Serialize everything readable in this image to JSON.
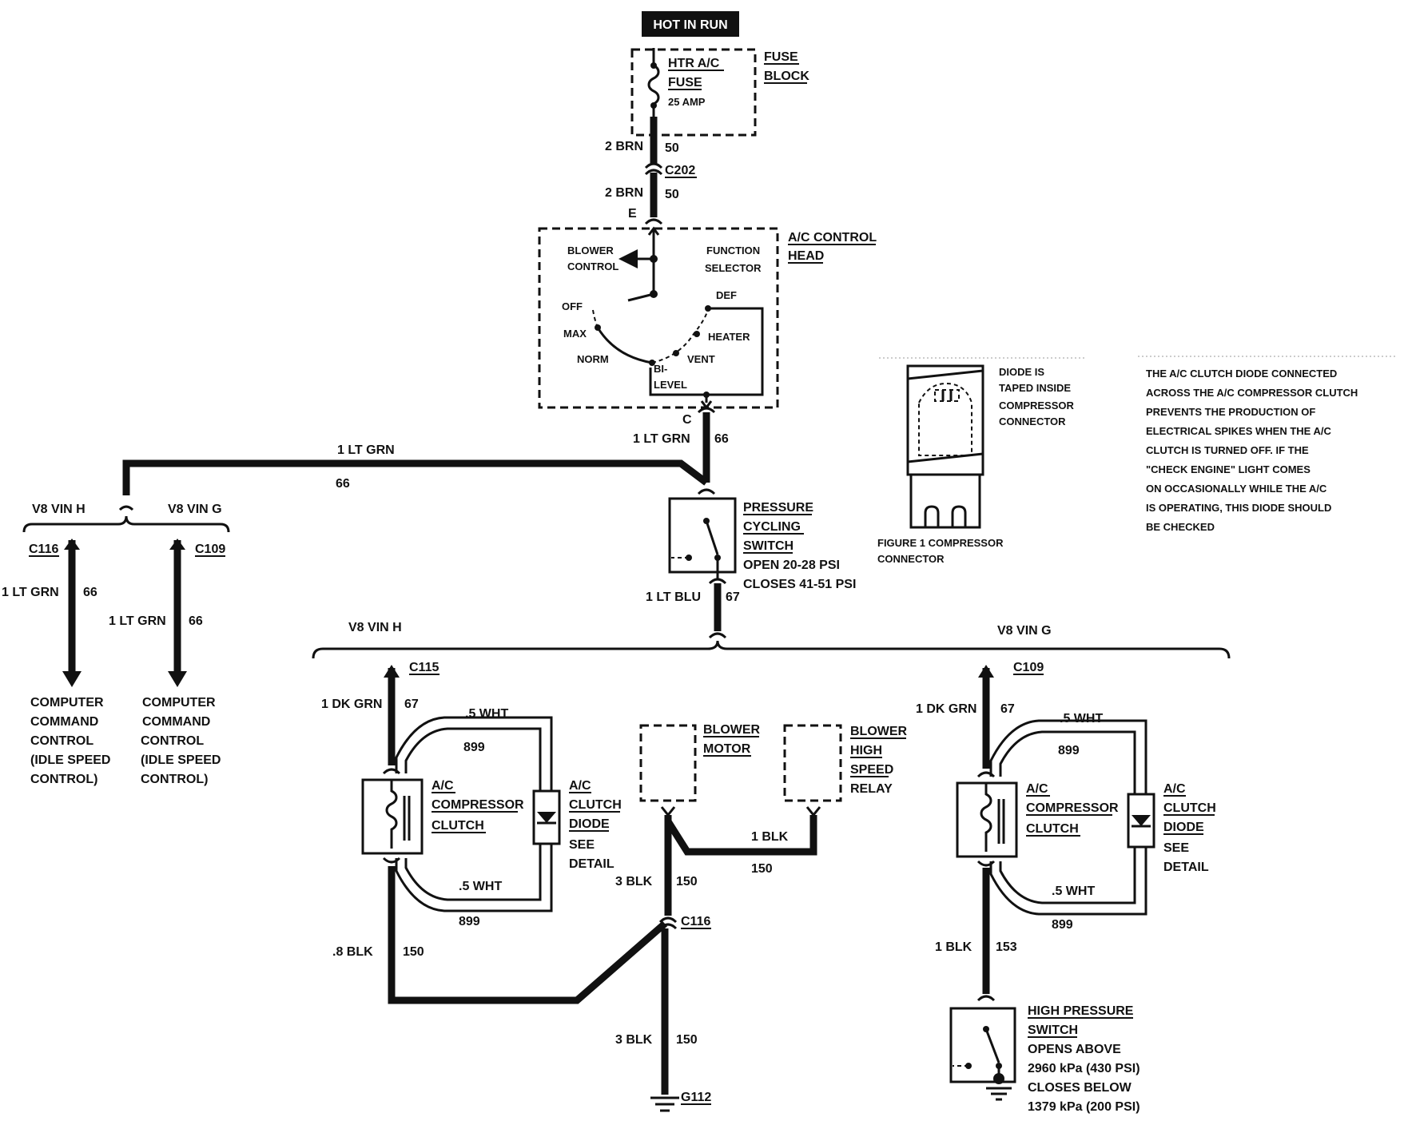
{
  "power": {
    "hot_in_run": "HOT IN RUN"
  },
  "fuse": {
    "name_line1": "HTR A/C",
    "name_line2": "FUSE",
    "rating": "25 AMP"
  },
  "fuse_block": {
    "line1": "FUSE",
    "line2": "BLOCK"
  },
  "wires": {
    "brn_gauge": "2 BRN",
    "brn_circuit": "50",
    "ltgrn_gauge": "1 LT GRN",
    "ltgrn_circuit": "66",
    "ltblu_gauge": "1 LT BLU",
    "ltblu_circuit": "67",
    "dkgrn_gauge": "1 DK GRN",
    "dkgrn_circuit": "67",
    "wht_gauge": ".5 WHT",
    "wht_circuit": "899",
    "blk3_gauge": "3 BLK",
    "blk_circuit": "150",
    "blk1_gauge": "1 BLK",
    "blk08_gauge": ".8 BLK",
    "blk153_circuit": "153"
  },
  "connectors": {
    "c202": "C202",
    "pin_e": "E",
    "pin_c": "C",
    "c116": "C116",
    "c109": "C109",
    "c115": "C115",
    "g112": "G112"
  },
  "control_head": {
    "title_line1": "A/C CONTROL",
    "title_line2": "HEAD",
    "blower_line1": "BLOWER",
    "blower_line2": "CONTROL",
    "function_line1": "FUNCTION",
    "function_line2": "SELECTOR",
    "positions": {
      "off": "OFF",
      "max": "MAX",
      "norm": "NORM",
      "bi": "BI-",
      "level": "LEVEL",
      "vent": "VENT",
      "heater": "HEATER",
      "def": "DEF"
    }
  },
  "pressure_cycling_switch": {
    "line1": "PRESSURE",
    "line2": "CYCLING",
    "line3": "SWITCH",
    "open": "OPEN 20-28 PSI",
    "closes": "CLOSES 41-51 PSI"
  },
  "engines": {
    "vin_h": "V8 VIN H",
    "vin_g": "V8 VIN G"
  },
  "ccc": {
    "line1": "COMPUTER",
    "line2": "COMMAND",
    "line3": "CONTROL",
    "line4": "(IDLE SPEED",
    "line5": "CONTROL)"
  },
  "compressor_clutch": {
    "line1": "A/C",
    "line2": "COMPRESSOR",
    "line3": "CLUTCH"
  },
  "clutch_diode": {
    "line1": "A/C",
    "line2": "CLUTCH",
    "line3": "DIODE",
    "line4": "SEE",
    "line5": "DETAIL"
  },
  "blower_motor": {
    "line1": "BLOWER",
    "line2": "MOTOR"
  },
  "blower_relay": {
    "line1": "BLOWER",
    "line2": "HIGH",
    "line3": "SPEED",
    "line4": "RELAY"
  },
  "high_pressure_switch": {
    "line1": "HIGH PRESSURE",
    "line2": "SWITCH",
    "line3": "OPENS ABOVE",
    "line4": "2960 kPa (430 PSI)",
    "line5": "CLOSES BELOW",
    "line6": "1379 kPa (200 PSI)"
  },
  "figure1": {
    "note_line1": "DIODE IS",
    "note_line2": "TAPED INSIDE",
    "note_line3": "COMPRESSOR",
    "note_line4": "CONNECTOR",
    "caption_line1": "FIGURE 1 COMPRESSOR",
    "caption_line2": "CONNECTOR"
  },
  "note": {
    "line1": "THE A/C CLUTCH DIODE CONNECTED",
    "line2": "ACROSS THE A/C COMPRESSOR CLUTCH",
    "line3": "PREVENTS THE PRODUCTION OF",
    "line4": "ELECTRICAL SPIKES WHEN THE A/C",
    "line5": "CLUTCH IS TURNED OFF. IF THE",
    "line6": "\"CHECK ENGINE\" LIGHT COMES",
    "line7": "ON OCCASIONALLY WHILE THE A/C",
    "line8": "IS OPERATING, THIS DIODE SHOULD",
    "line9": "BE CHECKED"
  }
}
